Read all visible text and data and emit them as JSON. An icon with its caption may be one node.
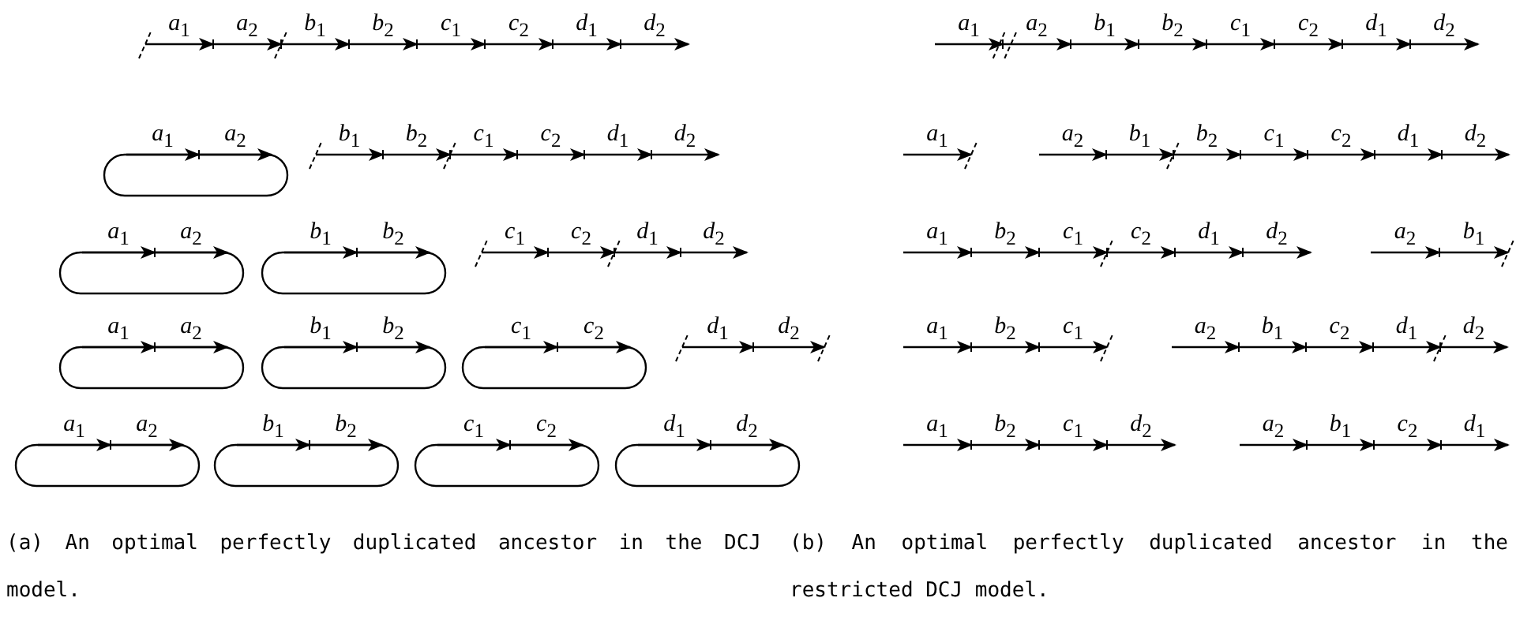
{
  "diagram": {
    "labels": [
      "*a*$_{1}$",
      "*a*$_{2}$",
      "*b*$_{1}$",
      "*b*$_{2}$",
      "*c*$_{1}$",
      "*c*$_{2}$",
      "*d*$_{1}$",
      "*d*$_{2}$",
      "*a*$_{1}$",
      "*a*$_{2}$",
      "*b*$_{1}$",
      "*b*$_{2}$",
      "*c*$_{1}$",
      "*c*$_{2}$",
      "*d*$_{1}$",
      "*d*$_{2}$",
      "*a*$_{1}$",
      "*a*$_{2}$",
      "*b*$_{1}$",
      "*b*$_{2}$",
      "*c*$_{1}$",
      "*c*$_{2}$",
      "*d*$_{1}$",
      "*d*$_{2}$",
      "*a*$_{1}$",
      "*a*$_{2}$",
      "*b*$_{1}$",
      "*b*$_{2}$",
      "*c*$_{1}$",
      "*c*$_{2}$",
      "*d*$_{1}$",
      "*d*$_{2}$",
      "*a*$_{1}$",
      "*a*$_{2}$",
      "*b*$_{1}$",
      "*b*$_{2}$",
      "*c*$_{1}$",
      "*c*$_{2}$",
      "*d*$_{1}$",
      "*d*$_{2}$",
      "(a) An optimal perfectly duplicated ancestor in the DCJ model.",
      "*a*$_{1}$",
      "*a*$_{2}$",
      "*b*$_{1}$",
      "*b*$_{2}$",
      "*c*$_{1}$",
      "*c*$_{2}$",
      "*d*$_{1}$",
      "*d*$_{2}$",
      "*a*$_{1}$",
      "*a*$_{2}$",
      "*b*$_{1}$",
      "*b*$_{2}$",
      "*c*$_{1}$",
      "*c*$_{2}$",
      "*d*$_{1}$",
      "*d*$_{2}$",
      "*a*$_{1}$",
      "*b*$_{2}$",
      "*c*$_{1}$",
      "*c*$_{2}$",
      "*d*$_{1}$",
      "*d*$_{2}$",
      "*a*$_{2}$",
      "*b*$_{1}$",
      "*a*$_{1}$",
      "*b*$_{2}$",
      "*c*$_{1}$",
      "*a*$_{2}$",
      "*b*$_{1}$",
      "*c*$_{2}$",
      "*d*$_{1}$",
      "*d*$_{2}$",
      "*a*$_{1}$",
      "*b*$_{2}$",
      "*c*$_{1}$",
      "*d*$_{2}$",
      "*a*$_{2}$",
      "*b*$_{1}$",
      "*c*$_{2}$",
      "*d*$_{1}$",
      "(b) An optimal perfectly duplicated ancestor in the restricted DCJ model."
    ]
  }
}
